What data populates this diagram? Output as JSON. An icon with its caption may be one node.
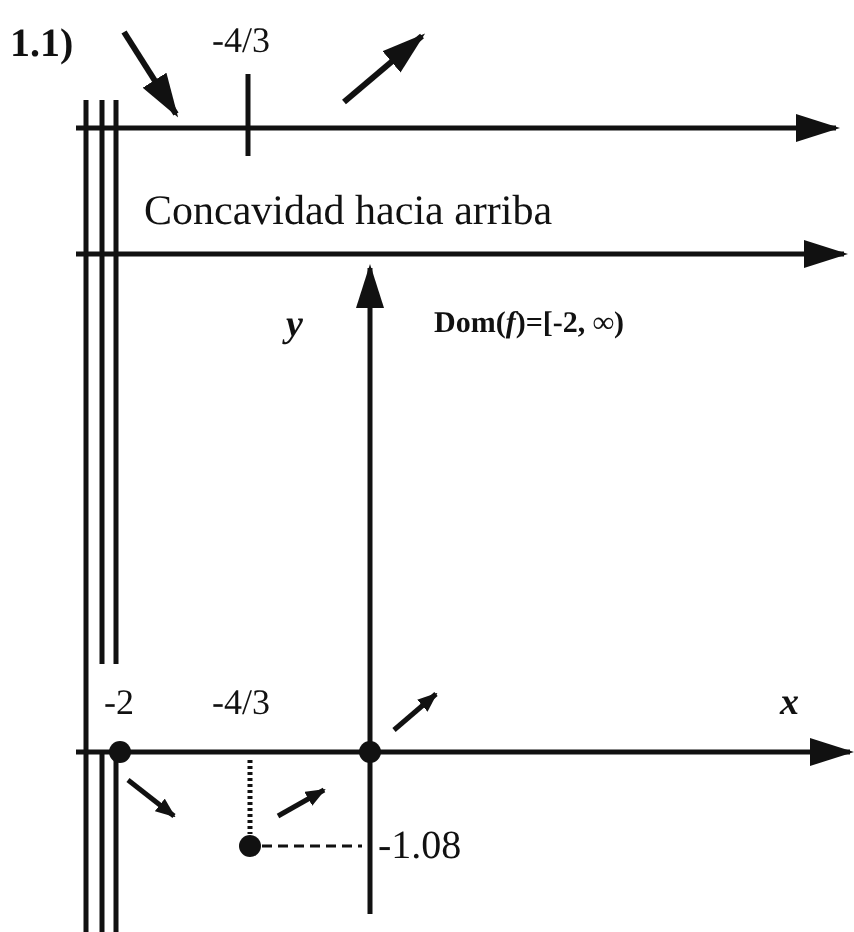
{
  "diagram": {
    "labels": [
      "1.1)",
      "-4/3",
      "Concavidad hacia arriba",
      "y",
      "Dom(*f*)=[-2, ∞)",
      "-2",
      "-4/3",
      "x",
      "-1.08"
    ]
  }
}
